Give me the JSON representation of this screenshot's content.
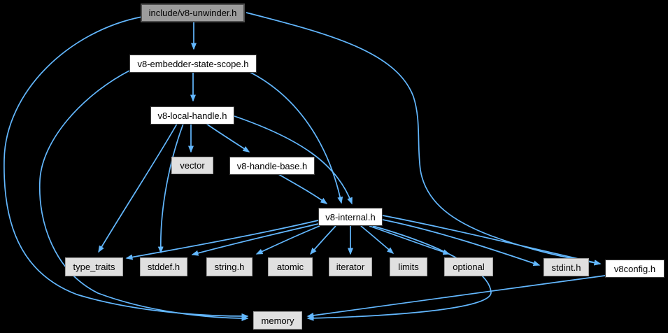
{
  "diagram": {
    "type": "include-dependency-graph",
    "root_file": "include/v8-unwinder.h"
  },
  "colors": {
    "background": "#000000",
    "edge": "#63b8ff",
    "main_node_fill": "#9c9c9c",
    "doc_node_fill": "#ffffff",
    "system_node_fill": "#e0e0e0",
    "text": "#000000"
  },
  "nodes": [
    {
      "id": "unwinder",
      "label": "include/v8-unwinder.h",
      "type": "main"
    },
    {
      "id": "embedder",
      "label": "v8-embedder-state-scope.h",
      "type": "doc"
    },
    {
      "id": "local",
      "label": "v8-local-handle.h",
      "type": "doc"
    },
    {
      "id": "vector",
      "label": "vector",
      "type": "system"
    },
    {
      "id": "handlebase",
      "label": "v8-handle-base.h",
      "type": "doc"
    },
    {
      "id": "internal",
      "label": "v8-internal.h",
      "type": "doc"
    },
    {
      "id": "typetraits",
      "label": "type_traits",
      "type": "system"
    },
    {
      "id": "stddef",
      "label": "stddef.h",
      "type": "system"
    },
    {
      "id": "string",
      "label": "string.h",
      "type": "system"
    },
    {
      "id": "atomic",
      "label": "atomic",
      "type": "system"
    },
    {
      "id": "iterator",
      "label": "iterator",
      "type": "system"
    },
    {
      "id": "limits",
      "label": "limits",
      "type": "system"
    },
    {
      "id": "optional",
      "label": "optional",
      "type": "system"
    },
    {
      "id": "stdint",
      "label": "stdint.h",
      "type": "system"
    },
    {
      "id": "v8config",
      "label": "v8config.h",
      "type": "doc"
    },
    {
      "id": "memory",
      "label": "memory",
      "type": "system"
    }
  ],
  "edges": [
    {
      "from": "include/v8-unwinder.h",
      "to": "v8-embedder-state-scope.h"
    },
    {
      "from": "include/v8-unwinder.h",
      "to": "memory"
    },
    {
      "from": "include/v8-unwinder.h",
      "to": "v8config.h"
    },
    {
      "from": "v8-embedder-state-scope.h",
      "to": "v8-local-handle.h"
    },
    {
      "from": "v8-embedder-state-scope.h",
      "to": "v8-internal.h"
    },
    {
      "from": "v8-embedder-state-scope.h",
      "to": "memory"
    },
    {
      "from": "v8-local-handle.h",
      "to": "vector"
    },
    {
      "from": "v8-local-handle.h",
      "to": "v8-handle-base.h"
    },
    {
      "from": "v8-local-handle.h",
      "to": "type_traits"
    },
    {
      "from": "v8-local-handle.h",
      "to": "stddef.h"
    },
    {
      "from": "v8-local-handle.h",
      "to": "v8-internal.h"
    },
    {
      "from": "v8-handle-base.h",
      "to": "v8-internal.h"
    },
    {
      "from": "v8-internal.h",
      "to": "type_traits"
    },
    {
      "from": "v8-internal.h",
      "to": "stddef.h"
    },
    {
      "from": "v8-internal.h",
      "to": "string.h"
    },
    {
      "from": "v8-internal.h",
      "to": "atomic"
    },
    {
      "from": "v8-internal.h",
      "to": "iterator"
    },
    {
      "from": "v8-internal.h",
      "to": "limits"
    },
    {
      "from": "v8-internal.h",
      "to": "optional"
    },
    {
      "from": "v8-internal.h",
      "to": "stdint.h"
    },
    {
      "from": "v8-internal.h",
      "to": "v8config.h"
    },
    {
      "from": "v8-internal.h",
      "to": "memory"
    },
    {
      "from": "v8config.h",
      "to": "memory"
    }
  ]
}
